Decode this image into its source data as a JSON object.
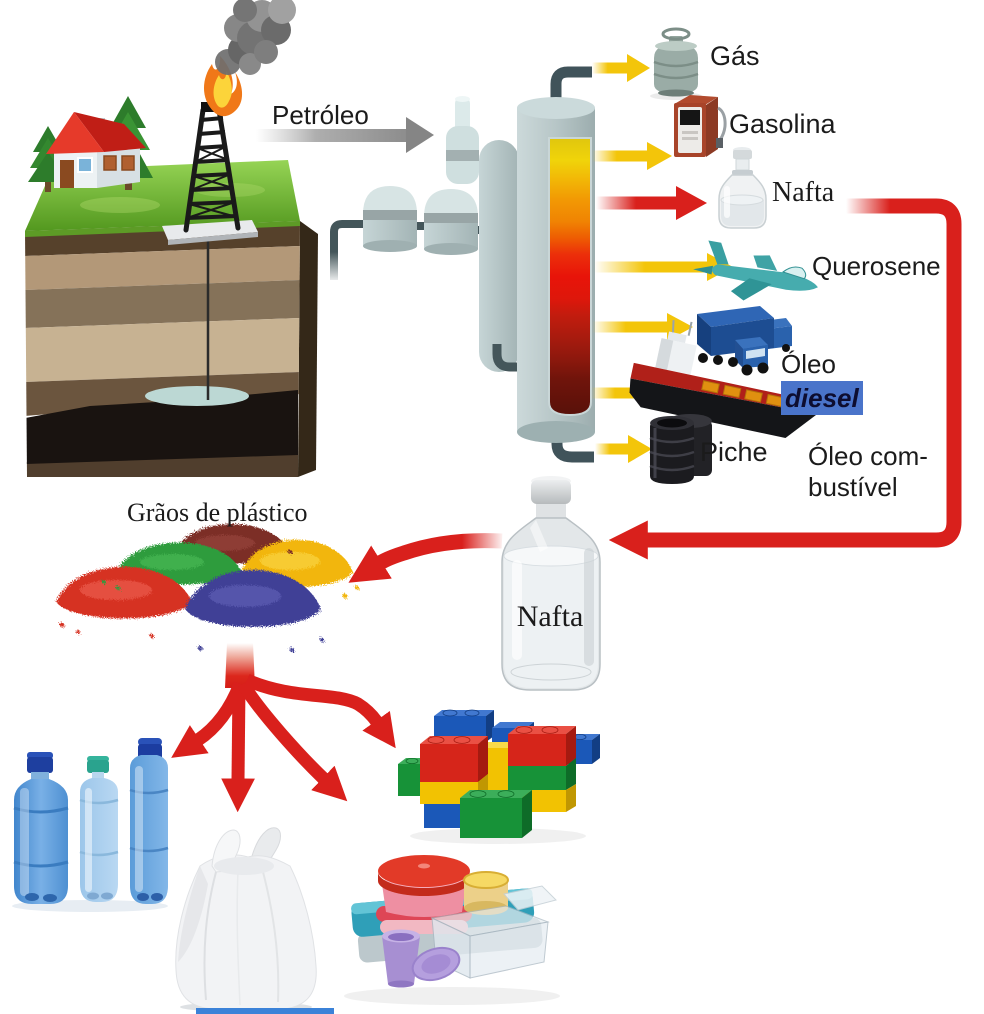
{
  "scene": {
    "source": {
      "label": "Petróleo",
      "icons": [
        "house-icon",
        "tree-icon",
        "oil-derrick-icon",
        "flame-icon",
        "smoke-icon",
        "earth-cross-section",
        "drill-pipe"
      ],
      "arrow_color": "#8d8d8d"
    },
    "refinery": {
      "icon": "distillation-column",
      "column_gradient": [
        "#f0d20a",
        "#f29a04",
        "#ee5d02",
        "#e81409",
        "#c21c0e",
        "#8c180d",
        "#58110a"
      ]
    },
    "products": [
      {
        "label": "Gás",
        "icon": "gas-canister-icon",
        "arrow_color": "#f3c50a"
      },
      {
        "label": "Gasolina",
        "icon": "fuel-pump-icon",
        "arrow_color": "#f3c50a"
      },
      {
        "label": "Nafta",
        "icon": "nafta-bottle-small-icon",
        "arrow_color": "#d9201c"
      },
      {
        "label": "Querosene",
        "icon": "airplane-icon",
        "arrow_color": "#f3c50a"
      },
      {
        "label_line1": "Óleo",
        "label_line2": "diesel",
        "icon": "trucks-icon",
        "arrow_color": "#f3c50a",
        "line2_highlight": "#4a74ca"
      },
      {
        "label_line1": "Óleo com-",
        "label_line2": "bustível",
        "icon": "ship-icon",
        "arrow_color": "#f3c50a"
      },
      {
        "label": "Piche",
        "icon": "barrels-icon",
        "arrow_color": "#f3c50a"
      }
    ],
    "nafta_flow": {
      "bottle_label": "Nafta",
      "grains_label": "Grãos de plástico",
      "grain_colors": [
        "#7b2d27",
        "#2f9c3e",
        "#f2b608",
        "#d63123",
        "#3f3f96"
      ],
      "arrow_color": "#d9201c",
      "plastic_products": [
        "plastic-bottles-icon",
        "plastic-bag-icon",
        "food-containers-icon",
        "building-blocks-icon"
      ]
    },
    "colors": {
      "arrow_yellow": "#f3c50a",
      "arrow_red": "#d9201c",
      "arrow_gray": "#8d8d8d",
      "diesel_highlight": "#4a74ca"
    }
  }
}
